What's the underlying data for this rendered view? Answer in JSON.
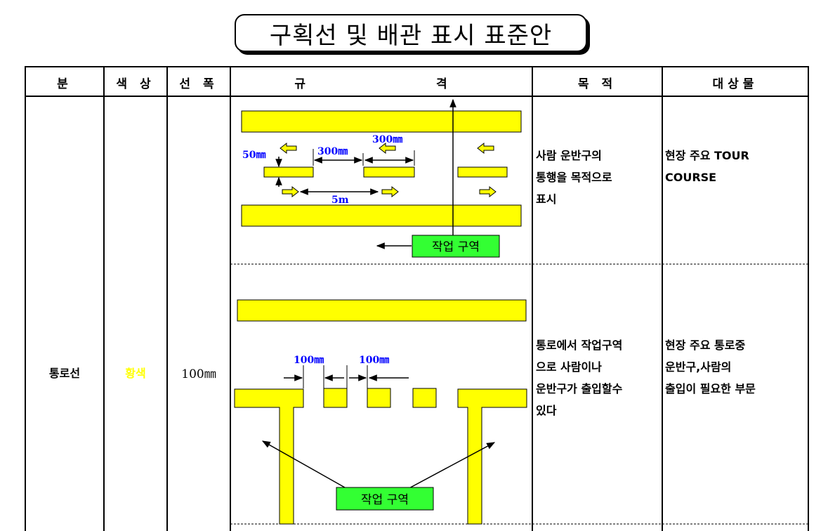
{
  "title": "구획선 및 배관 표시 표준안",
  "headers": {
    "col1": "분",
    "col2": "색 상",
    "col3": "선 폭",
    "col4": "규 격",
    "col5": "목 적",
    "col6": "대상물"
  },
  "row": {
    "category": "통로선",
    "color_name": "황색",
    "width": "100㎜"
  },
  "spec1": {
    "dim_50": "50㎜",
    "dim_300a": "300㎜",
    "dim_300b": "300㎜",
    "dim_5m": "5m",
    "zone_label": "작업 구역",
    "purpose": "사람 운반구의\n통행을 목적으로\n표시",
    "target": "현장 주요 TOUR\nCOURSE"
  },
  "spec2": {
    "dim_100a": "100㎜",
    "dim_100b": "100㎜",
    "zone_label": "작업 구역",
    "purpose": "통로에서 작업구역\n으로 사람이나\n운반구가 출입할수\n 있다",
    "target": "현장 주요 통로중\n운반구,사람의\n출입이 필요한 부문"
  },
  "colors": {
    "yellow": "#ffff00",
    "zone_green": "#33ff33",
    "label_blue": "#0000ff"
  }
}
